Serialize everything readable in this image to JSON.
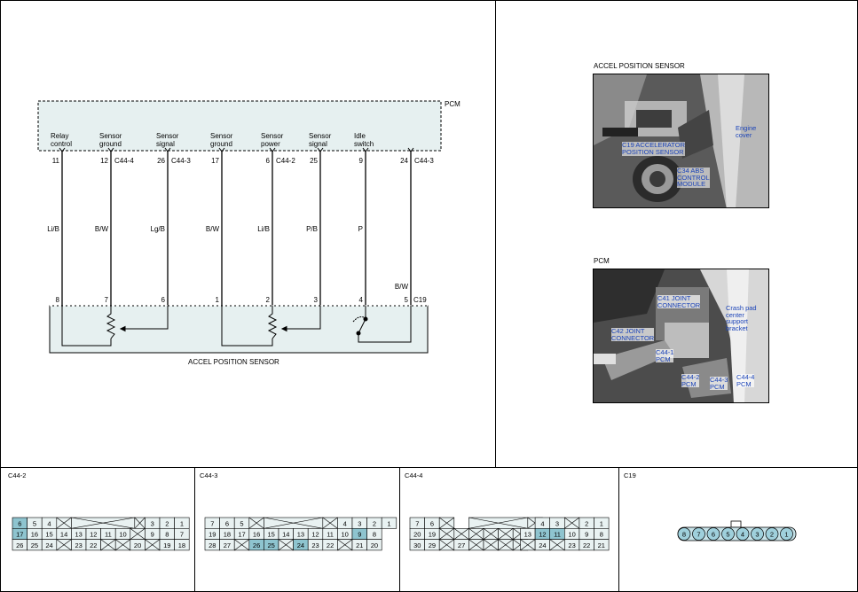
{
  "schematic": {
    "pcm_label": "PCM",
    "pins": [
      {
        "func1": "Relay",
        "func2": "control",
        "pin": "11",
        "conn": "",
        "wire": "Li/B",
        "sensor_pin": "8"
      },
      {
        "func1": "Sensor",
        "func2": "ground",
        "pin": "12",
        "conn": "C44-4",
        "wire": "B/W",
        "sensor_pin": "7"
      },
      {
        "func1": "Sensor",
        "func2": "signal",
        "pin": "26",
        "conn": "C44-3",
        "wire": "Lg/B",
        "sensor_pin": "6"
      },
      {
        "func1": "Sensor",
        "func2": "ground",
        "pin": "17",
        "conn": "",
        "wire": "B/W",
        "sensor_pin": "1"
      },
      {
        "func1": "Sensor",
        "func2": "power",
        "pin": "6",
        "conn": "C44-2",
        "wire": "Li/B",
        "sensor_pin": "2"
      },
      {
        "func1": "Sensor",
        "func2": "signal",
        "pin": "25",
        "conn": "",
        "wire": "P/B",
        "sensor_pin": "3"
      },
      {
        "func1": "Idle",
        "func2": "switch",
        "pin": "9",
        "conn": "",
        "wire": "P",
        "sensor_pin": "4"
      },
      {
        "func1": "",
        "func2": "",
        "pin": "24",
        "conn": "C44-3",
        "wire": "B/W",
        "sensor_pin": "5"
      }
    ],
    "sensor_connector": "C19",
    "sensor_label": "ACCEL POSITION SENSOR"
  },
  "photos": {
    "top_title": "ACCEL POSITION SENSOR",
    "top_callouts": [
      "C19 ACCELERATOR",
      "POSITION SENSOR",
      "C34 ABS",
      "CONTROL",
      "MODULE",
      "Engine",
      "cover"
    ],
    "bottom_title": "PCM",
    "bottom_callouts": [
      "C41 JOINT",
      "CONNECTOR",
      "C42 JOINT",
      "CONNECTOR",
      "Crash pad",
      "center",
      "support",
      "bracket",
      "C44-1",
      "PCM",
      "C44-2",
      "PCM",
      "C44-3",
      "PCM",
      "C44-4",
      "PCM"
    ]
  },
  "connectors": {
    "c44_2": {
      "title": "C44-2",
      "row1": [
        "6",
        "5",
        "4",
        "3",
        "2",
        "1"
      ],
      "row2": [
        "17",
        "16",
        "15",
        "14",
        "13",
        "12",
        "11",
        "10",
        "9",
        "8",
        "7"
      ],
      "row3": [
        "26",
        "25",
        "24",
        "23",
        "22",
        "20",
        "19",
        "18"
      ]
    },
    "c44_3": {
      "title": "C44-3",
      "row1": [
        "7",
        "6",
        "5",
        "4",
        "3",
        "2",
        "1"
      ],
      "row2": [
        "19",
        "18",
        "17",
        "16",
        "15",
        "14",
        "13",
        "12",
        "11",
        "10",
        "9",
        "8"
      ],
      "row3": [
        "28",
        "27",
        "26",
        "25",
        "24",
        "23",
        "22",
        "21",
        "20"
      ]
    },
    "c44_4": {
      "title": "C44-4",
      "row1": [
        "7",
        "6",
        "4",
        "3",
        "2",
        "1"
      ],
      "row2": [
        "20",
        "19",
        "13",
        "12",
        "11",
        "10",
        "9",
        "8"
      ],
      "row3": [
        "30",
        "29",
        "27",
        "24",
        "23",
        "22",
        "21"
      ]
    },
    "c19": {
      "title": "C19",
      "pins": [
        "8",
        "7",
        "6",
        "5",
        "4",
        "3",
        "2",
        "1"
      ]
    }
  },
  "colors": {
    "fill": "#e6f0f0",
    "highlight": "#8ec4cf",
    "pin_fill": "#9fd0dc"
  }
}
